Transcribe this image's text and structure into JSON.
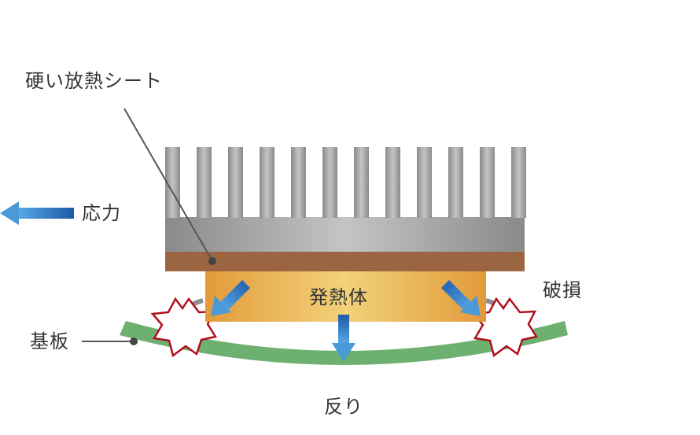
{
  "labels": {
    "hard_sheet": "硬い放熱シート",
    "stress": "応力",
    "damage": "破損",
    "heat_source": "発熱体",
    "substrate": "基板",
    "warp": "反り"
  },
  "colors": {
    "heatsink_light": "#c2c2c2",
    "heatsink_dark": "#8a8a8a",
    "sheet": "#9a6540",
    "heat_source_center": "#f0d078",
    "heat_source_edge": "#e29a3a",
    "substrate": "#6eb070",
    "arrow_blue": "#2f7fc8",
    "damage_star": "#b0101c",
    "leader_line": "#555555",
    "text": "#333333"
  },
  "icons": [
    "blue-arrow-icon",
    "damage-burst-icon"
  ]
}
